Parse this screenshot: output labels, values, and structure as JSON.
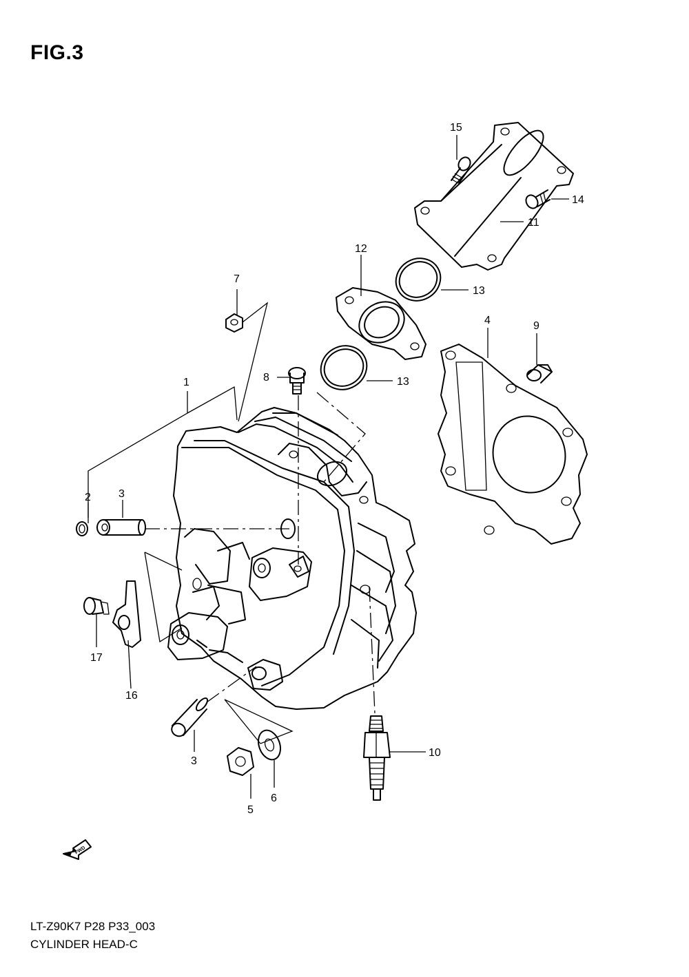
{
  "figure_title": "FIG.3",
  "footer": {
    "model_code": "LT-Z90K7 P28 P33_003",
    "section_name": "CYLINDER HEAD-C"
  },
  "fwd_arrow_label": "FWD",
  "callouts": {
    "c1": "1",
    "c2": "2",
    "c3a": "3",
    "c3b": "3",
    "c4": "4",
    "c5": "5",
    "c6": "6",
    "c7": "7",
    "c8": "8",
    "c9": "9",
    "c10": "10",
    "c11": "11",
    "c12": "12",
    "c13a": "13",
    "c13b": "13",
    "c14": "14",
    "c15": "15",
    "c16": "16",
    "c17": "17"
  }
}
